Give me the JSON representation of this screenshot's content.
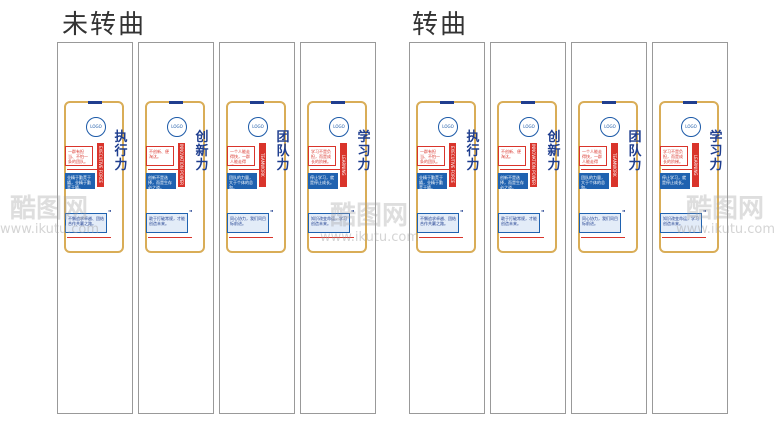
{
  "groups": [
    {
      "title": "未转曲"
    },
    {
      "title": "转曲"
    }
  ],
  "logo_text": "LOGO",
  "panels": [
    {
      "title": "执行力",
      "badge": "EXECUTIVE FORCE",
      "cards": [
        "一群有担当、不怕一条的团队。",
        "业精于勤荒于嬉，业精于勤荒于嬉。",
        "不懈追求卓越、团结合作共赢之路。"
      ]
    },
    {
      "title": "创新力",
      "badge": "INNOVATION POWER",
      "cards": [
        "不创新、便淘汰。",
        "创新不是选择，而是生存必之道。",
        "敢于打破常规，才能创造未来。"
      ]
    },
    {
      "title": "团队力",
      "badge": "TEAMWORK",
      "cards": [
        "一个人能走得快，一群人能走得远。",
        "团队的力量，大于个体的总和。",
        "同心协力，我们同目标前进。"
      ]
    },
    {
      "title": "学习力",
      "badge": "LEARNING",
      "cards": [
        "学习不是负担，而是成长的阶梯。",
        "停止学习，就是停止成长。",
        "知识改变命运，学习创造未来。"
      ]
    }
  ],
  "watermark": {
    "text": "酷图网",
    "url": "www.ikutu.com"
  },
  "colors": {
    "navy": "#1f3e8f",
    "gold": "#d9ad57",
    "red": "#d9342b",
    "blue": "#1f62b0"
  }
}
